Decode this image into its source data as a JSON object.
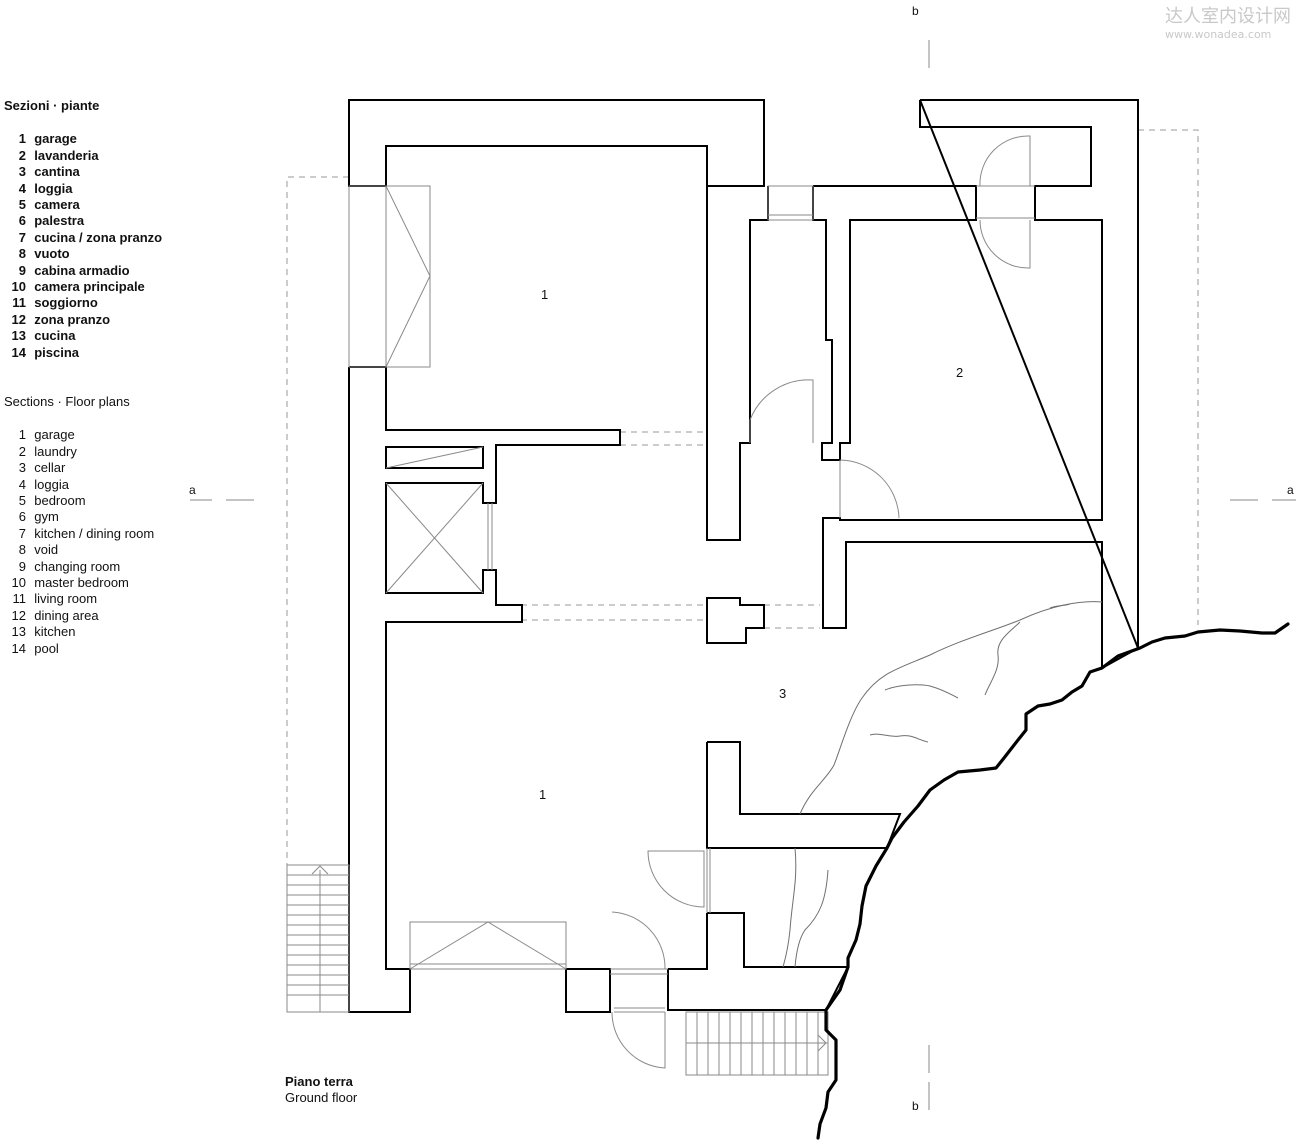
{
  "legend_it": {
    "title": "Sezioni · piante",
    "items": [
      {
        "n": "1",
        "label": "garage"
      },
      {
        "n": "2",
        "label": "lavanderia"
      },
      {
        "n": "3",
        "label": "cantina"
      },
      {
        "n": "4",
        "label": "loggia"
      },
      {
        "n": "5",
        "label": "camera"
      },
      {
        "n": "6",
        "label": "palestra"
      },
      {
        "n": "7",
        "label": "cucina / zona pranzo"
      },
      {
        "n": "8",
        "label": "vuoto"
      },
      {
        "n": "9",
        "label": "cabina armadio"
      },
      {
        "n": "10",
        "label": "camera principale"
      },
      {
        "n": "11",
        "label": "soggiorno"
      },
      {
        "n": "12",
        "label": "zona pranzo"
      },
      {
        "n": "13",
        "label": "cucina"
      },
      {
        "n": "14",
        "label": "piscina"
      }
    ]
  },
  "legend_en": {
    "title": "Sections · Floor plans",
    "items": [
      {
        "n": "1",
        "label": "garage"
      },
      {
        "n": "2",
        "label": "laundry"
      },
      {
        "n": "3",
        "label": "cellar"
      },
      {
        "n": "4",
        "label": "loggia"
      },
      {
        "n": "5",
        "label": "bedroom"
      },
      {
        "n": "6",
        "label": "gym"
      },
      {
        "n": "7",
        "label": "kitchen / dining room"
      },
      {
        "n": "8",
        "label": "void"
      },
      {
        "n": "9",
        "label": "changing room"
      },
      {
        "n": "10",
        "label": "master bedroom"
      },
      {
        "n": "11",
        "label": "living room"
      },
      {
        "n": "12",
        "label": "dining area"
      },
      {
        "n": "13",
        "label": "kitchen"
      },
      {
        "n": "14",
        "label": "pool"
      }
    ]
  },
  "floor_title": {
    "it": "Piano terra",
    "en": "Ground floor"
  },
  "section_marks": {
    "a_left": "a",
    "a_right": "a",
    "b_top": "b",
    "b_bottom": "b"
  },
  "rooms": {
    "garage_top": "1",
    "laundry": "2",
    "cellar": "3",
    "garage_bottom": "1"
  },
  "watermark": {
    "cn": "达人室内设计网",
    "url": "www.wonadea.com"
  }
}
